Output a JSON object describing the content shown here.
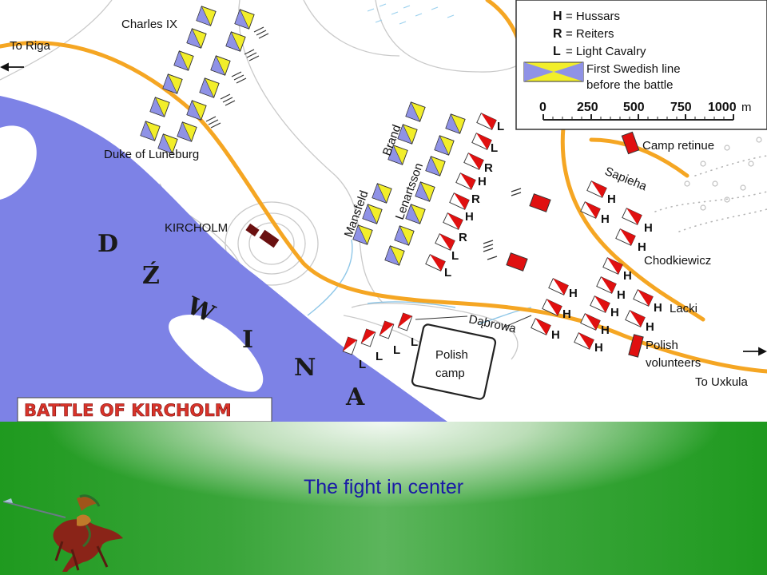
{
  "slide": {
    "caption": "The fight in center"
  },
  "map": {
    "title": "BATTLE OF KIRCHOLM",
    "river_letters": [
      "D",
      "Ź",
      "W",
      "I",
      "N",
      "A"
    ],
    "places": {
      "to_riga": "To Riga",
      "to_uxkula": "To Uxkula",
      "kircholm": "KIRCHOLM",
      "dabrowa": "Dąbrowa",
      "polish_camp_line1": "Polish",
      "polish_camp_line2": "camp",
      "camp_retinue": "Camp retinue"
    },
    "commanders": {
      "charles_ix": "Charles IX",
      "duke_of_luneburg": "Duke of Luneburg",
      "brand": "Brand",
      "lenartsson": "Lenartsson",
      "mansfeld": "Mansfeld",
      "sapieha": "Sapieha",
      "chodkiewicz": "Chodkiewicz",
      "lacki": "Lacki",
      "polish_volunteers_line1": "Polish",
      "polish_volunteers_line2": "volunteers"
    },
    "unit_letters": {
      "hussars": "H",
      "reiters": "R",
      "light_cavalry": "L"
    },
    "legend": {
      "h_key": "H",
      "h_text": "= Hussars",
      "r_key": "R",
      "r_text": "= Reiters",
      "l_key": "L",
      "l_text": "= Light Cavalry",
      "swedish_line1": "First Swedish line",
      "swedish_line2": "before the battle",
      "scale_ticks": [
        "0",
        "250",
        "500",
        "750",
        "1000"
      ],
      "scale_unit": "m"
    },
    "colors": {
      "river": "#7d82e6",
      "road": "#f5a623",
      "swedish_blue": "#8f92e6",
      "swedish_yellow": "#f2ee2a",
      "polish_red": "#e01010",
      "kircholm_castle": "#6a1010",
      "land": "#ffffff"
    }
  }
}
